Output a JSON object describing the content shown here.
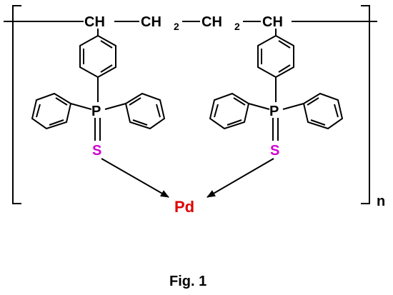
{
  "structure": {
    "backbone": {
      "ch_left": "CH",
      "ch2_1": "CH",
      "ch2_2": "CH",
      "ch2_sub": "2",
      "ch_right": "CH"
    },
    "repeat_subscript": "n",
    "left_unit": {
      "phosphorus": "P",
      "sulfur": "S"
    },
    "right_unit": {
      "phosphorus": "P",
      "sulfur": "S"
    },
    "metal": "Pd"
  },
  "caption": "Fig. 1",
  "colors": {
    "bond": "#000000",
    "sulfur": "#d000d0",
    "palladium": "#e00000",
    "text": "#000000"
  }
}
